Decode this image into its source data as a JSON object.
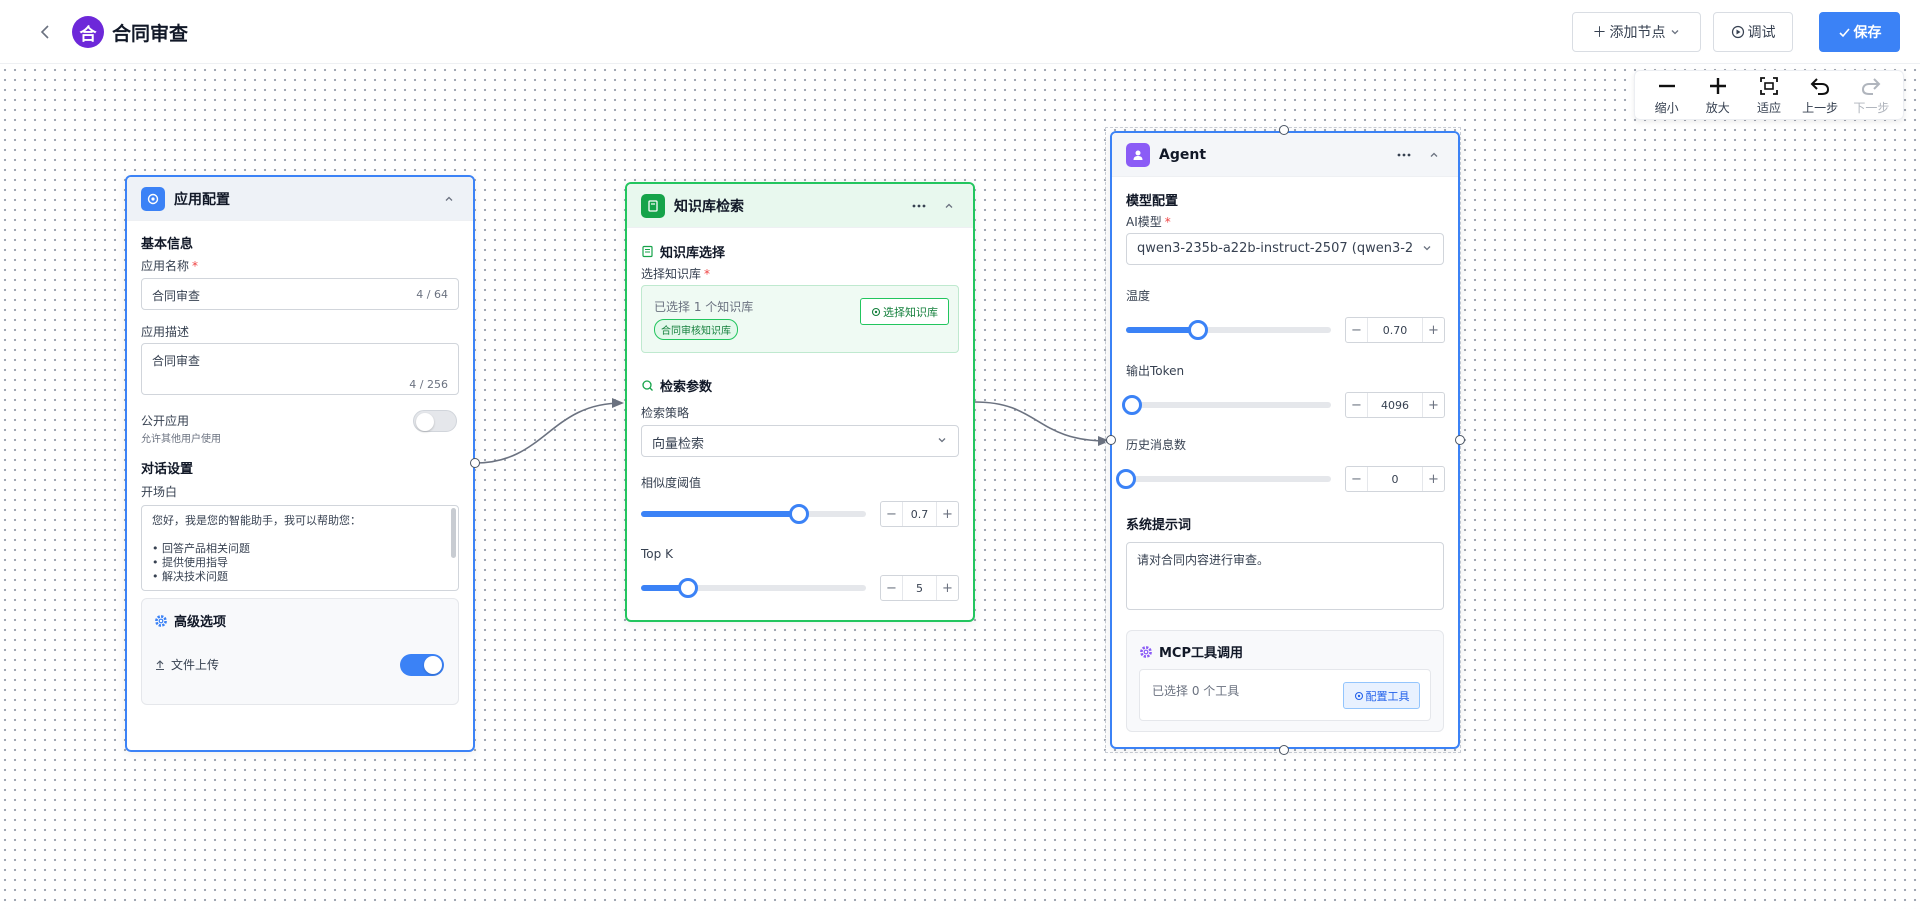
{
  "header": {
    "logo_char": "合",
    "title": "合同审查",
    "add_node_label": "添加节点",
    "debug_label": "调试",
    "save_label": "保存"
  },
  "toolbar": {
    "zoom_out": "缩小",
    "zoom_in": "放大",
    "fit": "适应",
    "undo": "上一步",
    "redo": "下一步"
  },
  "app_config_node": {
    "title": "应用配置",
    "basic_info": "基本信息",
    "name_label": "应用名称",
    "name_value": "合同审查",
    "name_count": "4 / 64",
    "desc_label": "应用描述",
    "desc_value": "合同审查",
    "desc_count": "4 / 256",
    "public_label": "公开应用",
    "public_sub": "允许其他用户使用",
    "public_enabled": false,
    "dialog_settings": "对话设置",
    "opening_label": "开场白",
    "opening_lines": [
      "您好，我是您的智能助手，我可以帮助您：",
      "",
      "• 回答产品相关问题",
      "• 提供使用指导",
      "• 解决技术问题"
    ],
    "advanced_label": "高级选项",
    "file_upload_label": "文件上传",
    "file_upload_enabled": true
  },
  "kb_node": {
    "title": "知识库检索",
    "kb_select_title": "知识库选择",
    "choose_kb_label": "选择知识库",
    "selected_text": "已选择 1 个知识库",
    "selected_tag": "合同审核知识库",
    "choose_button": "选择知识库",
    "search_params": "检索参数",
    "strategy_label": "检索策略",
    "strategy_value": "向量检索",
    "threshold_label": "相似度阈值",
    "threshold_value": "0.7",
    "threshold_fraction": 0.7,
    "topk_label": "Top K",
    "topk_value": "5",
    "topk_fraction": 0.21
  },
  "agent_node": {
    "title": "Agent",
    "model_config": "模型配置",
    "model_label": "AI模型",
    "model_value": "qwen3-235b-a22b-instruct-2507 (qwen3-2...",
    "temp_label": "温度",
    "temp_value": "0.70",
    "temp_fraction": 0.35,
    "token_label": "输出Token",
    "token_value": "4096",
    "token_fraction": 0.03,
    "history_label": "历史消息数",
    "history_value": "0",
    "history_fraction": 0.0,
    "system_prompt_label": "系统提示词",
    "system_prompt_value": "请对合同内容进行审查。",
    "mcp_title": "MCP工具调用",
    "mcp_selected": "已选择 0 个工具",
    "mcp_button": "配置工具"
  },
  "colors": {
    "accent": "#3b82f6",
    "kb_green": "#22c55e",
    "logo_purple": "#6d28d9",
    "agent_purple": "#8b5cf6"
  }
}
